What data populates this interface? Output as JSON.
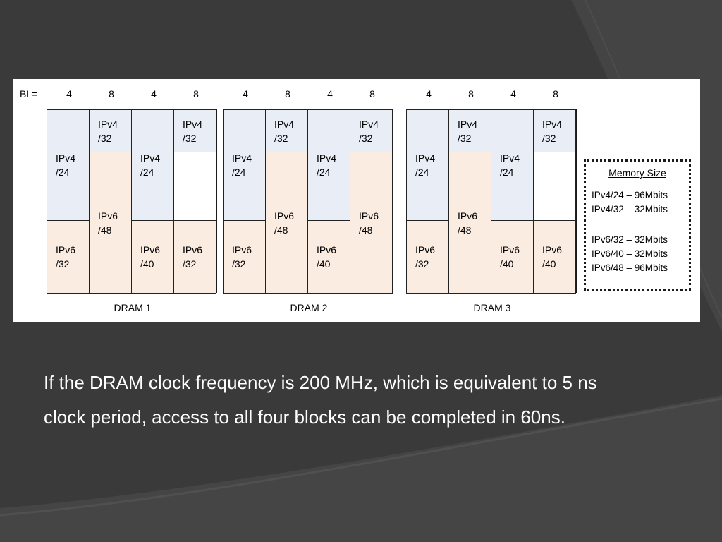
{
  "bl_label": "BL=",
  "bl_values": [
    "4",
    "8",
    "4",
    "8",
    "4",
    "8",
    "4",
    "8",
    "4",
    "8",
    "4",
    "8"
  ],
  "drams": [
    {
      "name": "DRAM 1",
      "columns": [
        [
          {
            "text": "IPv4\n/24",
            "kind": "v4"
          },
          {
            "text": "IPv6\n/32",
            "kind": "v6"
          }
        ],
        [
          {
            "text": "IPv4\n/32",
            "kind": "v4"
          },
          {
            "text": "IPv6\n/48",
            "kind": "v6"
          }
        ],
        [
          {
            "text": "IPv4\n/24",
            "kind": "v4"
          },
          {
            "text": "IPv6\n/40",
            "kind": "v6"
          }
        ],
        [
          {
            "text": "IPv4\n/32",
            "kind": "v4"
          },
          {
            "text": "",
            "kind": "empty"
          },
          {
            "text": "IPv6\n/32",
            "kind": "v6"
          }
        ]
      ]
    },
    {
      "name": "DRAM 2",
      "columns": [
        [
          {
            "text": "IPv4\n/24",
            "kind": "v4"
          },
          {
            "text": "IPv6\n/32",
            "kind": "v6"
          }
        ],
        [
          {
            "text": "IPv4\n/32",
            "kind": "v4"
          },
          {
            "text": "IPv6\n/48",
            "kind": "v6"
          }
        ],
        [
          {
            "text": "IPv4\n/24",
            "kind": "v4"
          },
          {
            "text": "IPv6\n/40",
            "kind": "v6"
          }
        ],
        [
          {
            "text": "IPv4\n/32",
            "kind": "v4"
          },
          {
            "text": "IPv6\n/48",
            "kind": "v6"
          }
        ]
      ]
    },
    {
      "name": "DRAM 3",
      "columns": [
        [
          {
            "text": "IPv4\n/24",
            "kind": "v4"
          },
          {
            "text": "IPv6\n/32",
            "kind": "v6"
          }
        ],
        [
          {
            "text": "IPv4\n/32",
            "kind": "v4"
          },
          {
            "text": "IPv6\n/48",
            "kind": "v6"
          }
        ],
        [
          {
            "text": "IPv4\n/24",
            "kind": "v4"
          },
          {
            "text": "IPv6\n/40",
            "kind": "v6"
          }
        ],
        [
          {
            "text": "IPv4\n/32",
            "kind": "v4"
          },
          {
            "text": "",
            "kind": "empty"
          },
          {
            "text": "IPv6\n/40",
            "kind": "v6"
          }
        ]
      ]
    }
  ],
  "memory_size": {
    "title": "Memory Size",
    "lines": [
      "IPv4/24 – 96Mbits",
      "IPv4/32 – 32Mbits",
      "IPv6/32 – 32Mbits",
      "IPv6/40 – 32Mbits",
      "IPv6/48 – 96Mbits"
    ]
  },
  "caption": "If the DRAM clock frequency is 200 MHz, which is equivalent to 5 ns clock period, access to all four blocks can be completed in 60ns.",
  "colors": {
    "background": "#3a3a3a",
    "ipv4_fill": "#e9eef6",
    "ipv6_fill": "#fbece2",
    "caption_text": "#ffffff"
  }
}
